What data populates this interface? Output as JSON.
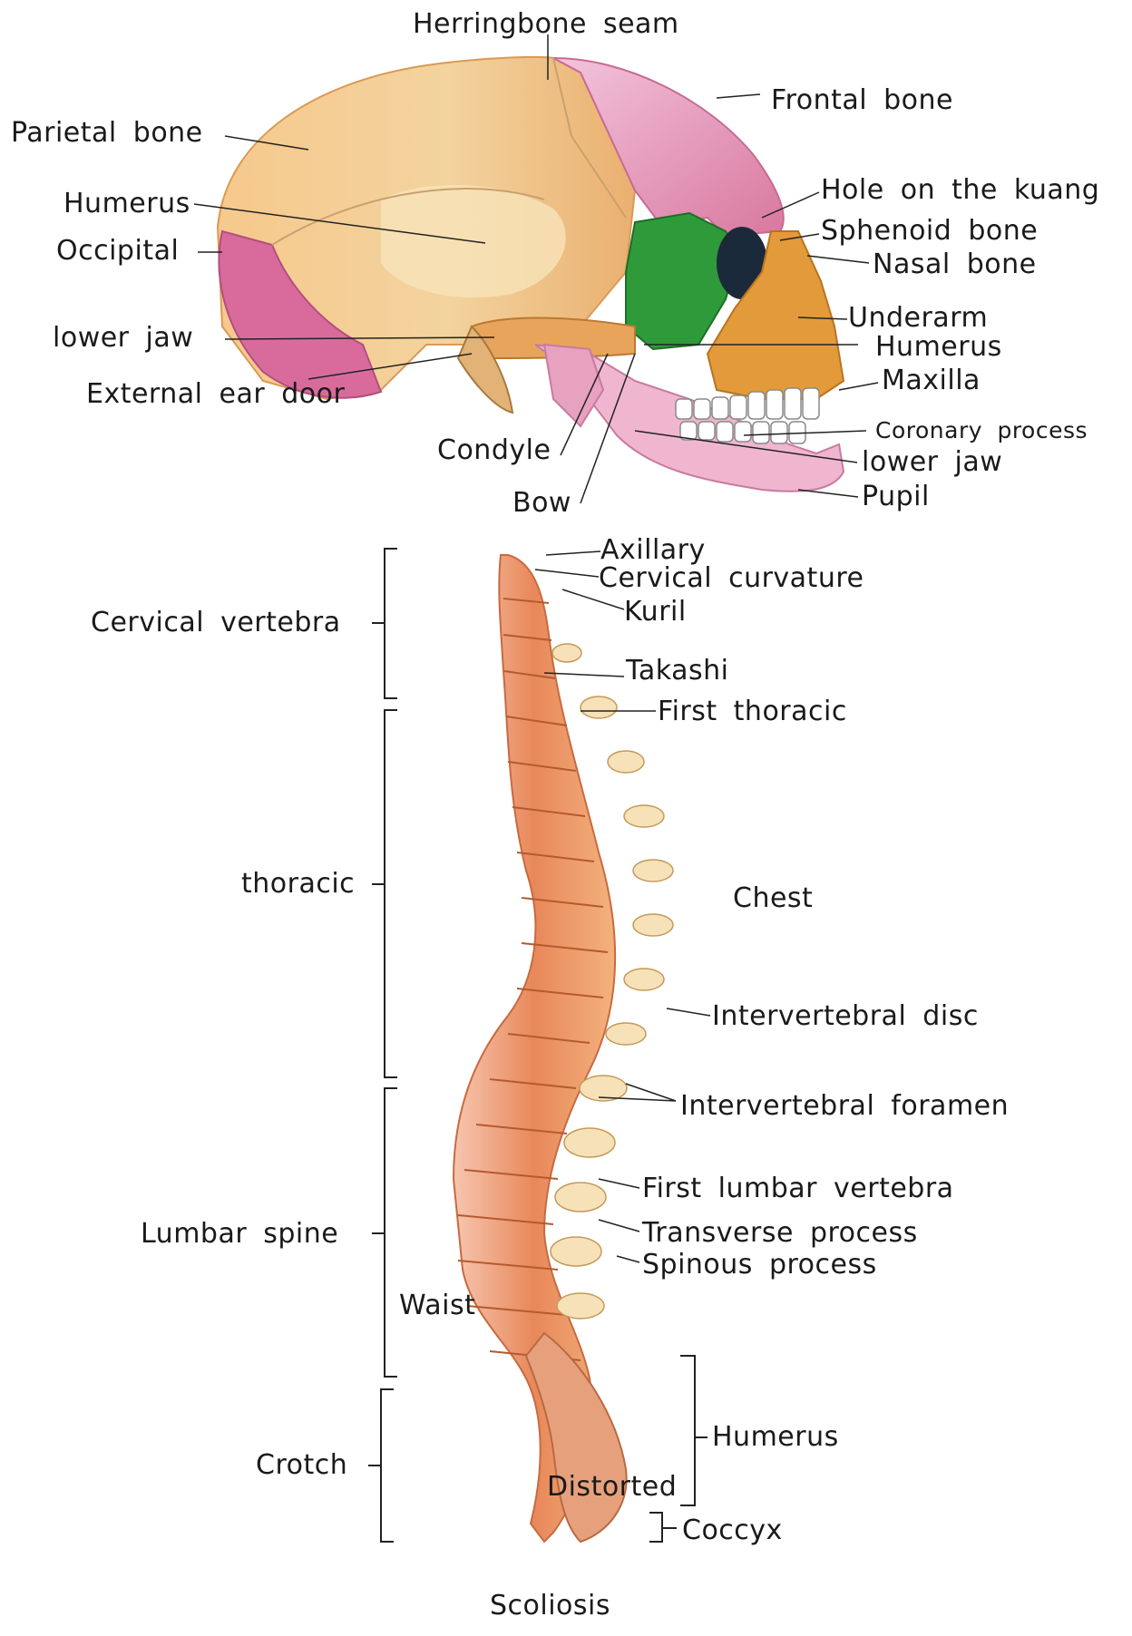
{
  "skull_labels": {
    "herringbone_seam": "Herringbone seam",
    "frontal_bone": "Frontal bone",
    "parietal_bone": "Parietal bone",
    "humerus_left": "Humerus",
    "occipital": "Occipital",
    "lower_jaw_left": "lower jaw",
    "external_ear_door": "External ear door",
    "hole_on_the_kuang": "Hole on the kuang",
    "sphenoid_bone": "Sphenoid bone",
    "nasal_bone": "Nasal bone",
    "underarm": "Underarm",
    "humerus_right": "Humerus",
    "maxilla": "Maxilla",
    "coronary_process": "Coronary process",
    "lower_jaw_right": "lower jaw",
    "pupil": "Pupil",
    "condyle": "Condyle",
    "bow": "Bow"
  },
  "spine_labels": {
    "axillary": "Axillary",
    "cervical_curvature": "Cervical curvature",
    "kuril": "Kuril",
    "takashi": "Takashi",
    "first_thoracic": "First thoracic",
    "chest": "Chest",
    "intervertebral_disc": "Intervertebral disc",
    "intervertebral_foramen": "Intervertebral foramen",
    "first_lumbar_vertebra": "First lumbar vertebra",
    "transverse_process": "Transverse process",
    "spinous_process": "Spinous process",
    "waist": "Waist",
    "humerus_sacral": "Humerus",
    "distorted": "Distorted",
    "coccyx": "Coccyx"
  },
  "region_labels": {
    "cervical_vertebra": "Cervical vertebra",
    "thoracic": "thoracic",
    "lumbar_spine": "Lumbar spine",
    "crotch": "Crotch"
  },
  "caption": "Scoliosis",
  "colors": {
    "parietal": "#f3c07a",
    "frontal": "#e9a0c6",
    "occipital": "#d96b9c",
    "sphenoid": "#2f9a3a",
    "maxilla": "#e29a3a",
    "mandible": "#f0b6cf",
    "vertebra_body": "#f2b48e",
    "vertebra_process": "#f7e1b8",
    "leader": "#222222"
  }
}
